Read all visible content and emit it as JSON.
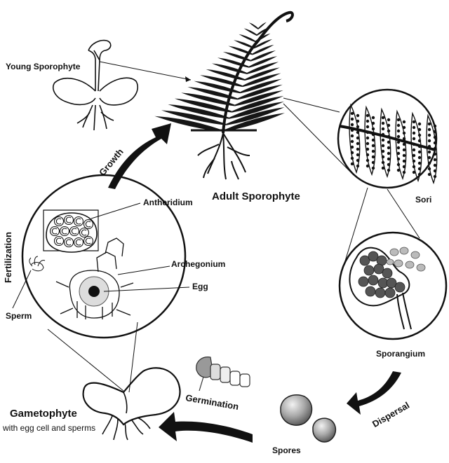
{
  "labels": {
    "young_sporophyte": "Young Sporophyte",
    "adult_sporophyte": "Adult Sporophyte",
    "sori": "Sori",
    "sporangium": "Sporangium",
    "dispersal": "Dispersal",
    "spores": "Spores",
    "germination": "Germination",
    "gametophyte": "Gametophyte",
    "gametophyte_sub": "with egg cell and sperms",
    "fertilization": "Fertilization",
    "growth": "Growth",
    "antheridium": "Antheridium",
    "archegonium": "Archegonium",
    "egg": "Egg",
    "sperm": "Sperm"
  },
  "colors": {
    "ink": "#111111",
    "spore_fill": "#9a9a9a",
    "tissue_gray": "#777777"
  }
}
